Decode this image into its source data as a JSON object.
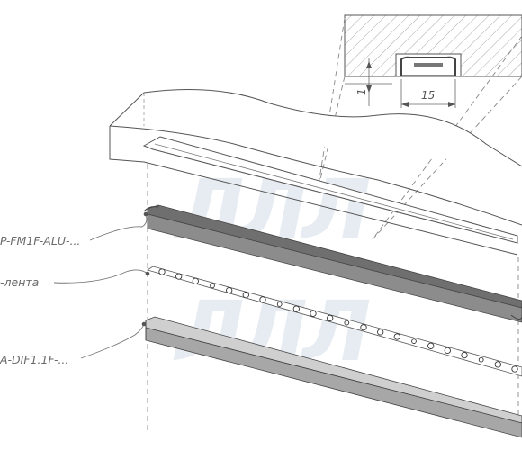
{
  "labels": {
    "profile": "P-FM1F-ALU-...",
    "led_strip": "-лента",
    "diffuser": "A-DIF1.1F-..."
  },
  "dimensions": {
    "width": "15",
    "depth": "1"
  },
  "watermark": {
    "text": "ЛЛЛ"
  },
  "colors": {
    "line": "#555555",
    "profile_fill": "#8c8c8c",
    "diffuser_fill": "#a7a7a7",
    "hatch": "#9a9a9a",
    "watermark": "#d2dde6"
  }
}
